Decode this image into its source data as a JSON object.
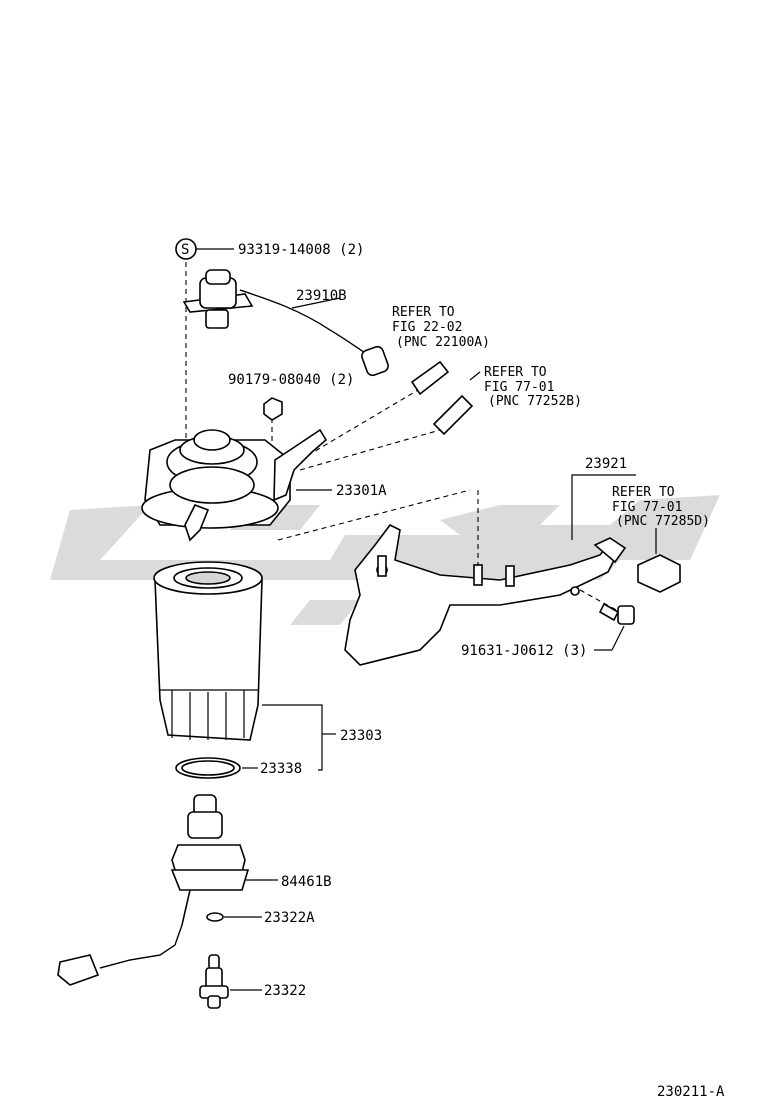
{
  "callouts": {
    "screw_s": "S",
    "screw_pn": "93319-14008 (2)",
    "sensor_harness": "23910B",
    "nut": "90179-08040 (2)",
    "filter_head": "23301A",
    "bracket": "23921",
    "bolt": "91631-J0612 (3)",
    "filter_cartridge": "23303",
    "o_ring": "23338",
    "sensor_plug": "84461B",
    "small_o_ring": "23322A",
    "drain_valve": "23322"
  },
  "refs": {
    "ref1": {
      "line1": "REFER TO",
      "line2": "FIG 22-02",
      "line3": "(PNC 22100A)"
    },
    "ref2": {
      "line1": "REFER TO",
      "line2": "FIG 77-01",
      "line3": "(PNC 77252B)"
    },
    "ref3": {
      "line1": "REFER TO",
      "line2": "FIG 77-01",
      "line3": "(PNC 77285D)"
    }
  },
  "figure_code": "230211-A",
  "colors": {
    "ink": "#000000",
    "watermark": "#cfcfcf",
    "background": "#ffffff"
  }
}
